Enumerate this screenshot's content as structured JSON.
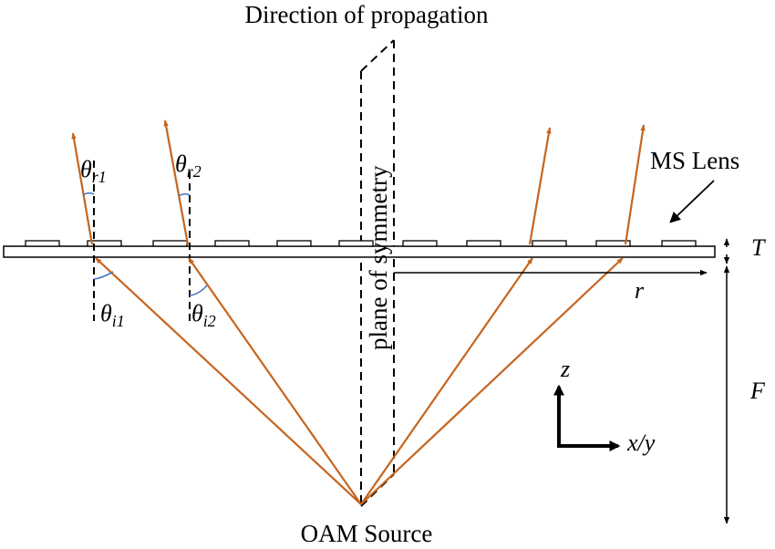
{
  "labels": {
    "direction": "Direction of propagation",
    "plane": "plane of symmetry",
    "ms_lens": "MS Lens",
    "source": "OAM Source",
    "thickness": "T",
    "focal": "F",
    "radius": "r",
    "axis_z": "z",
    "axis_xy": "x/y"
  },
  "angles": {
    "r1": {
      "sym": "θ",
      "sub": "r1"
    },
    "r2": {
      "sym": "θ",
      "sub": "r2"
    },
    "i1": {
      "sym": "θ",
      "sub": "i1"
    },
    "i2": {
      "sym": "θ",
      "sub": "i2"
    }
  },
  "colors": {
    "ray": "#c5651f",
    "arc": "#4a78c0",
    "line": "#000000"
  }
}
